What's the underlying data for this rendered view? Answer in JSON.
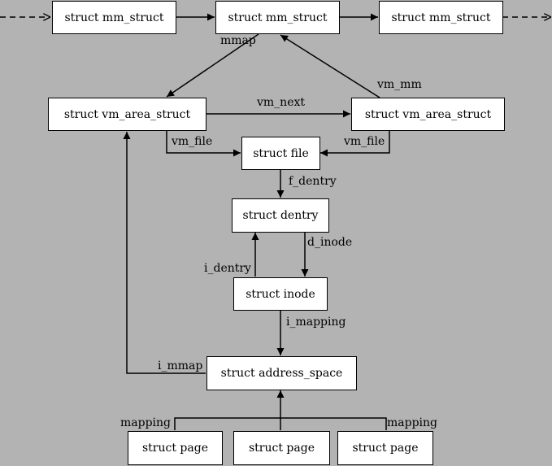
{
  "colors": {
    "background": "#b3b3b3",
    "box_fill": "#ffffff",
    "line": "#000000"
  },
  "nodes": {
    "mm_left": "struct mm_struct",
    "mm_center": "struct mm_struct",
    "mm_right": "struct mm_struct",
    "vma_left": "struct vm_area_struct",
    "vma_right": "struct vm_area_struct",
    "file": "struct file",
    "dentry": "struct dentry",
    "inode": "struct inode",
    "address_space": "struct address_space",
    "page_left": "struct page",
    "page_middle": "struct page",
    "page_right": "struct page"
  },
  "edge_labels": {
    "mmap": "mmap",
    "vm_mm": "vm_mm",
    "vm_next": "vm_next",
    "vm_file_left": "vm_file",
    "vm_file_right": "vm_file",
    "f_dentry": "f_dentry",
    "d_inode": "d_inode",
    "i_dentry": "i_dentry",
    "i_mapping": "i_mapping",
    "i_mmap": "i_mmap",
    "mapping_left": "mapping",
    "mapping_right": "mapping"
  }
}
